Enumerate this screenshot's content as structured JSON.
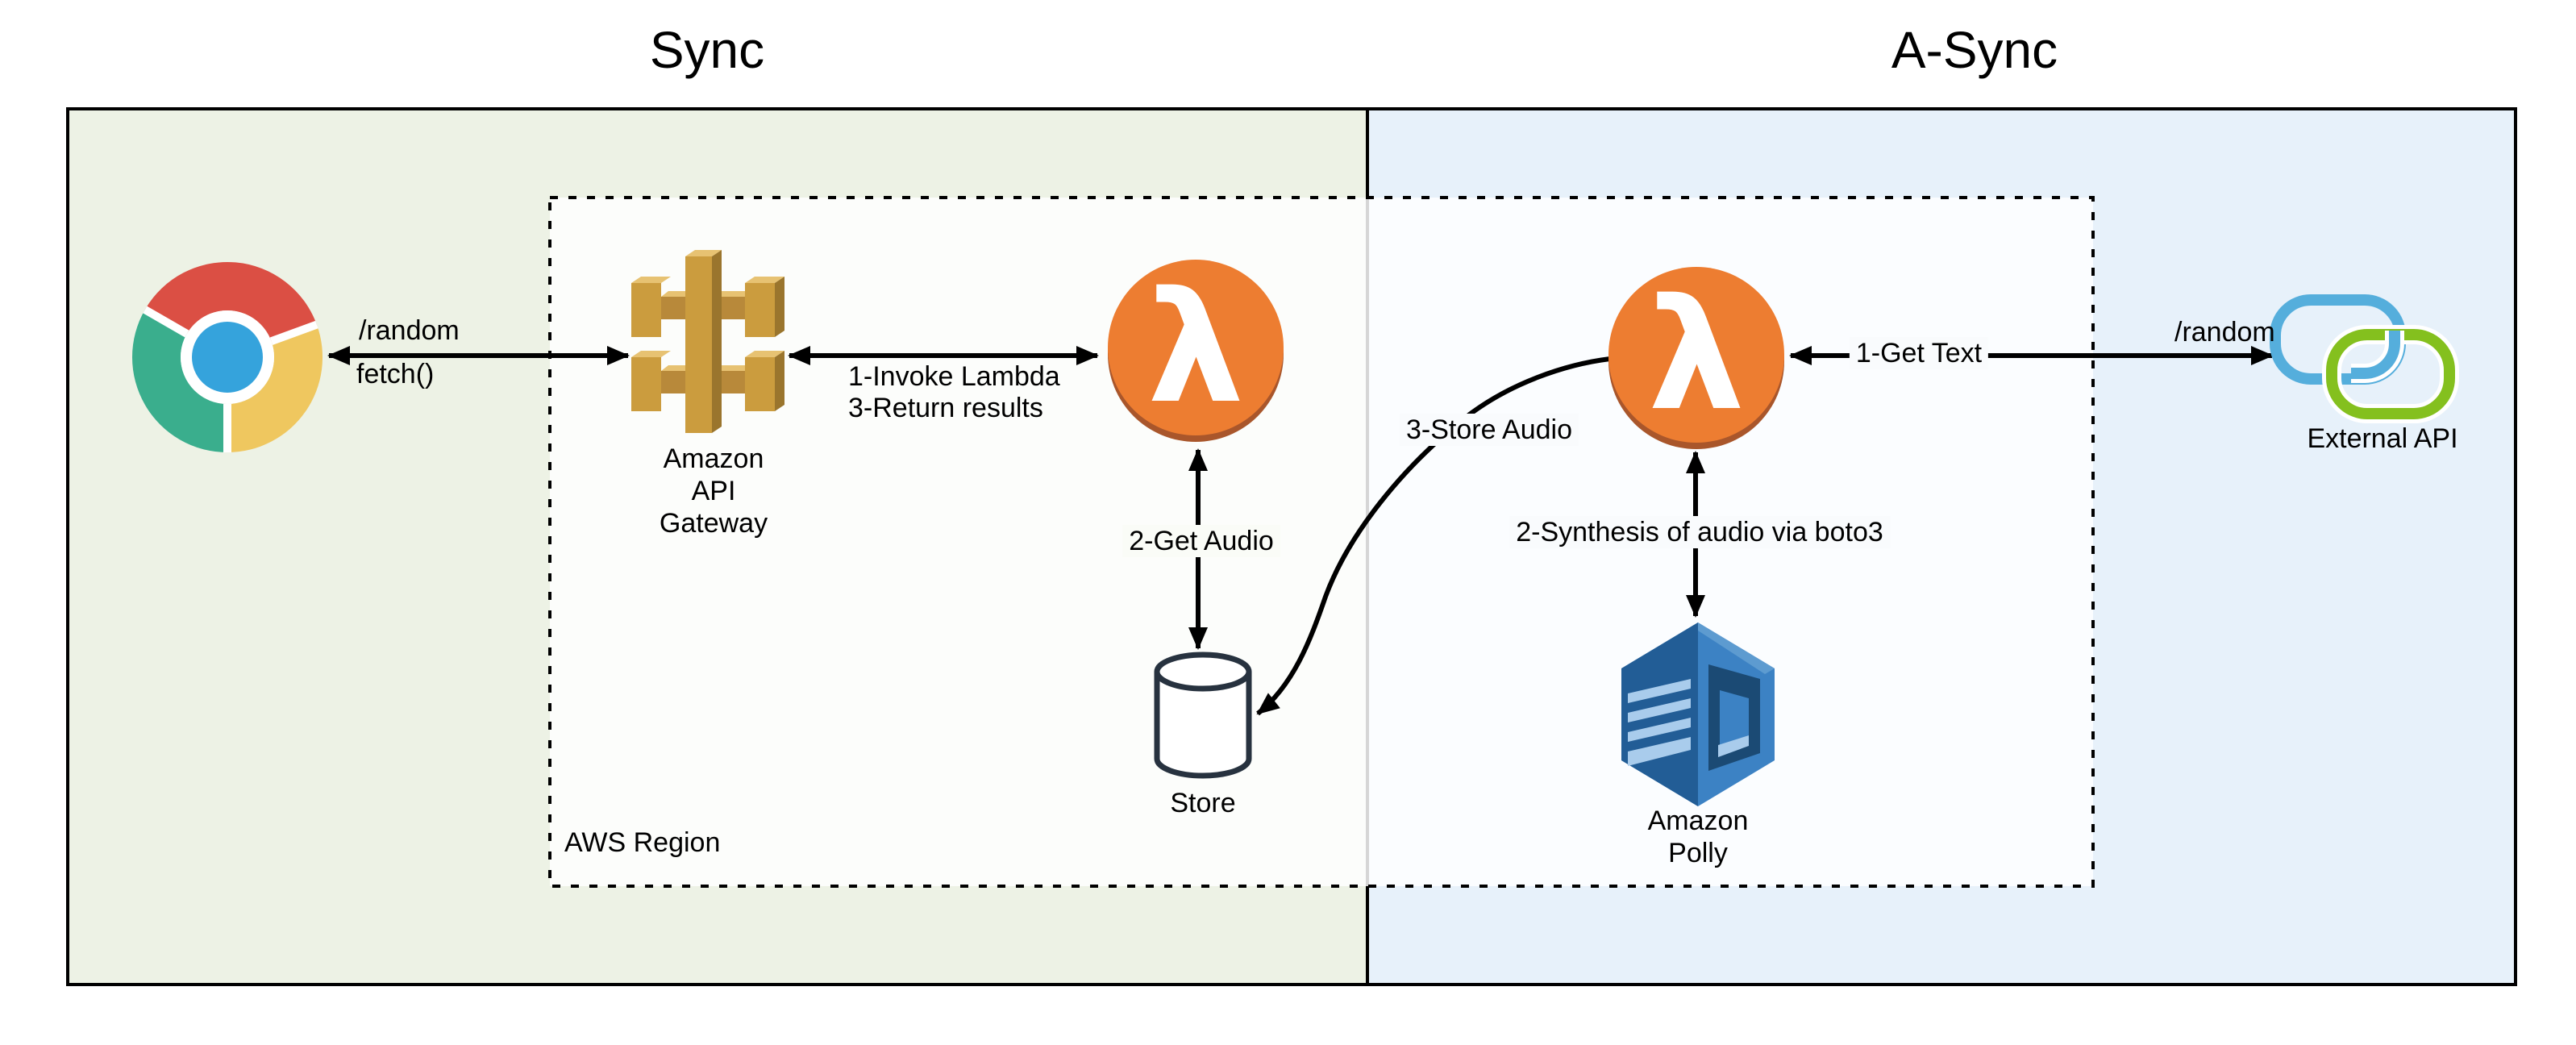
{
  "titles": {
    "sync": "Sync",
    "async": "A-Sync"
  },
  "region": {
    "aws_label": "AWS Region"
  },
  "nodes": {
    "api_gateway": {
      "line1": "Amazon",
      "line2": "API",
      "line3": "Gateway"
    },
    "lambda_symbol": "λ",
    "store_label": "Store",
    "polly": {
      "line1": "Amazon",
      "line2": "Polly"
    },
    "external_api_label": "External API"
  },
  "edges": {
    "browser_gateway": {
      "line1": "/random",
      "line2": "fetch()"
    },
    "gateway_lambda": {
      "line1": "1-Invoke Lambda",
      "line2": "3-Return results"
    },
    "lambda_store": {
      "label": "2-Get Audio"
    },
    "lambda_polly": {
      "label": "2-Synthesis of audio via boto3"
    },
    "external_lambda": {
      "label": "1-Get Text",
      "route": "/random"
    },
    "lambda_store_curve": {
      "label": "3-Store Audio"
    }
  },
  "colors": {
    "sync_bg": "#EDF2E5",
    "async_bg": "#E7F1FA",
    "region_fill": "rgba(255,255,255,0.84)",
    "lambda_orange": "#ED7D31",
    "lambda_shadow": "#A9562B",
    "gateway_gold": "#CB9C3E",
    "gateway_gold_light": "#E7C272",
    "gateway_gold_dark": "#9A752D",
    "polly_blue": "#3C82C4",
    "polly_blue_dark": "#225D96",
    "polly_blue_pale": "#A9CCEC",
    "link_blue": "#55AEDC",
    "link_green": "#84C01E",
    "chrome_red": "#DB4F44",
    "chrome_teal": "#3AAE8D",
    "chrome_yellow": "#EFC75F",
    "chrome_blue": "#35A3DC",
    "store_stroke": "#27323F",
    "line_black": "#000000"
  }
}
